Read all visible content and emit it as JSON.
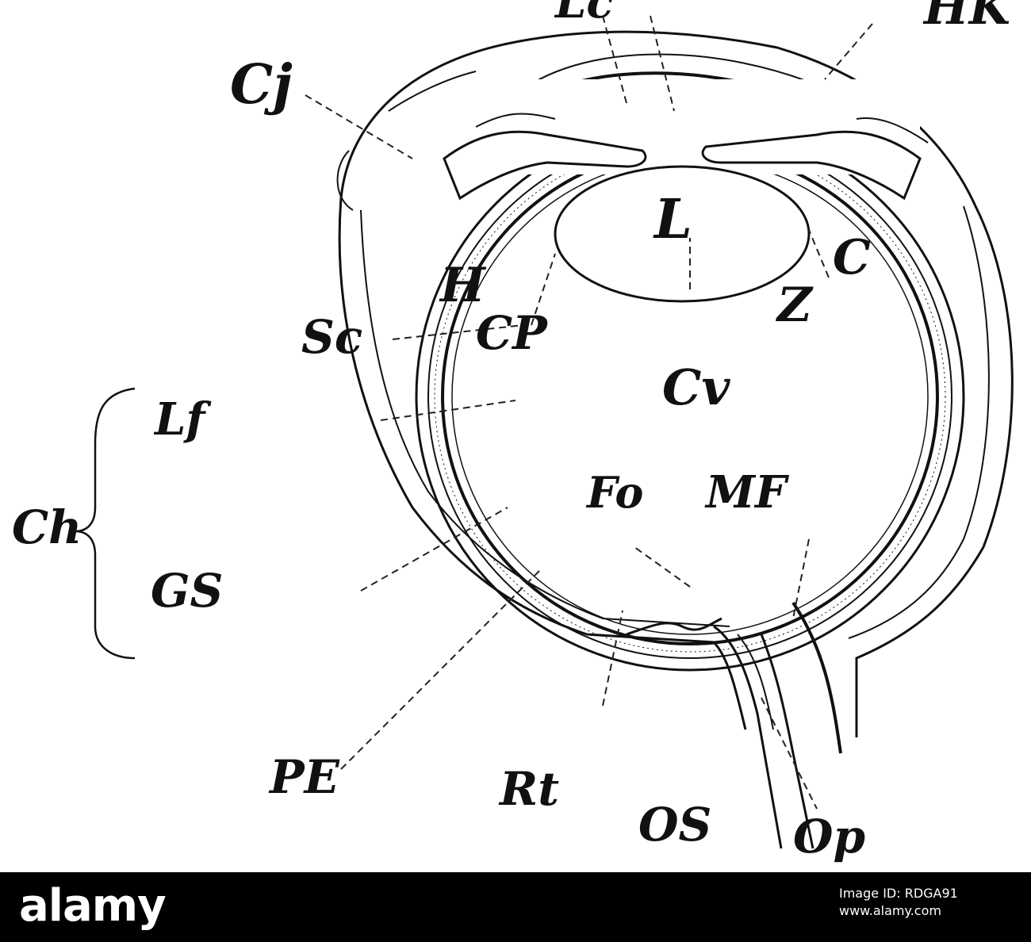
{
  "diagram": {
    "labels": {
      "Cj": "Cj",
      "Sc": "Sc",
      "Lf": "Lf",
      "Ch": "Ch",
      "GS": "GS",
      "PE": "PE",
      "L": "L",
      "H": "H",
      "CP": "CP",
      "Z": "Z",
      "C": "C",
      "Cv": "Cv",
      "Fo": "Fo",
      "MF": "MF",
      "Rt": "Rt",
      "OS": "OS",
      "Op": "Op",
      "HK": "HK",
      "top_partial": "Lc"
    }
  },
  "footer": {
    "brand": "alamy",
    "image_id_label": "Image ID: RDGA91",
    "url": "www.alamy.com",
    "accent_color": "#000000"
  }
}
